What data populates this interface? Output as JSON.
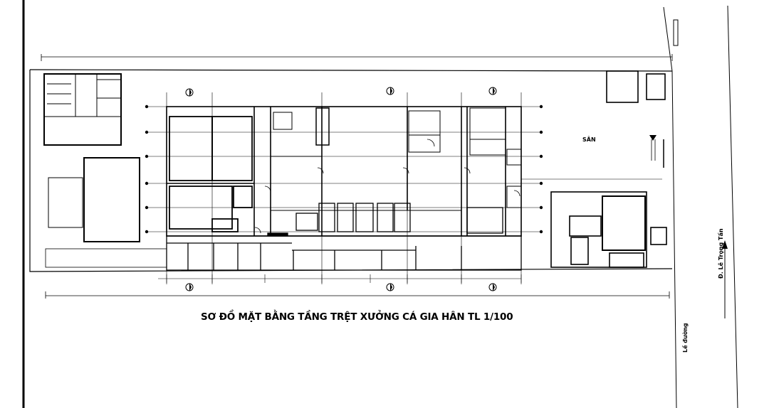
{
  "drawing": {
    "title": "SƠ ĐỒ MẶT BẰNG TẦNG TRỆT XƯỞNG CÁ GIA HÂN   TL 1/100",
    "yard_label": "SÂN",
    "street_label": "Đ. Lê Trọng Tấn",
    "road_edge_label": "Lề đường"
  }
}
